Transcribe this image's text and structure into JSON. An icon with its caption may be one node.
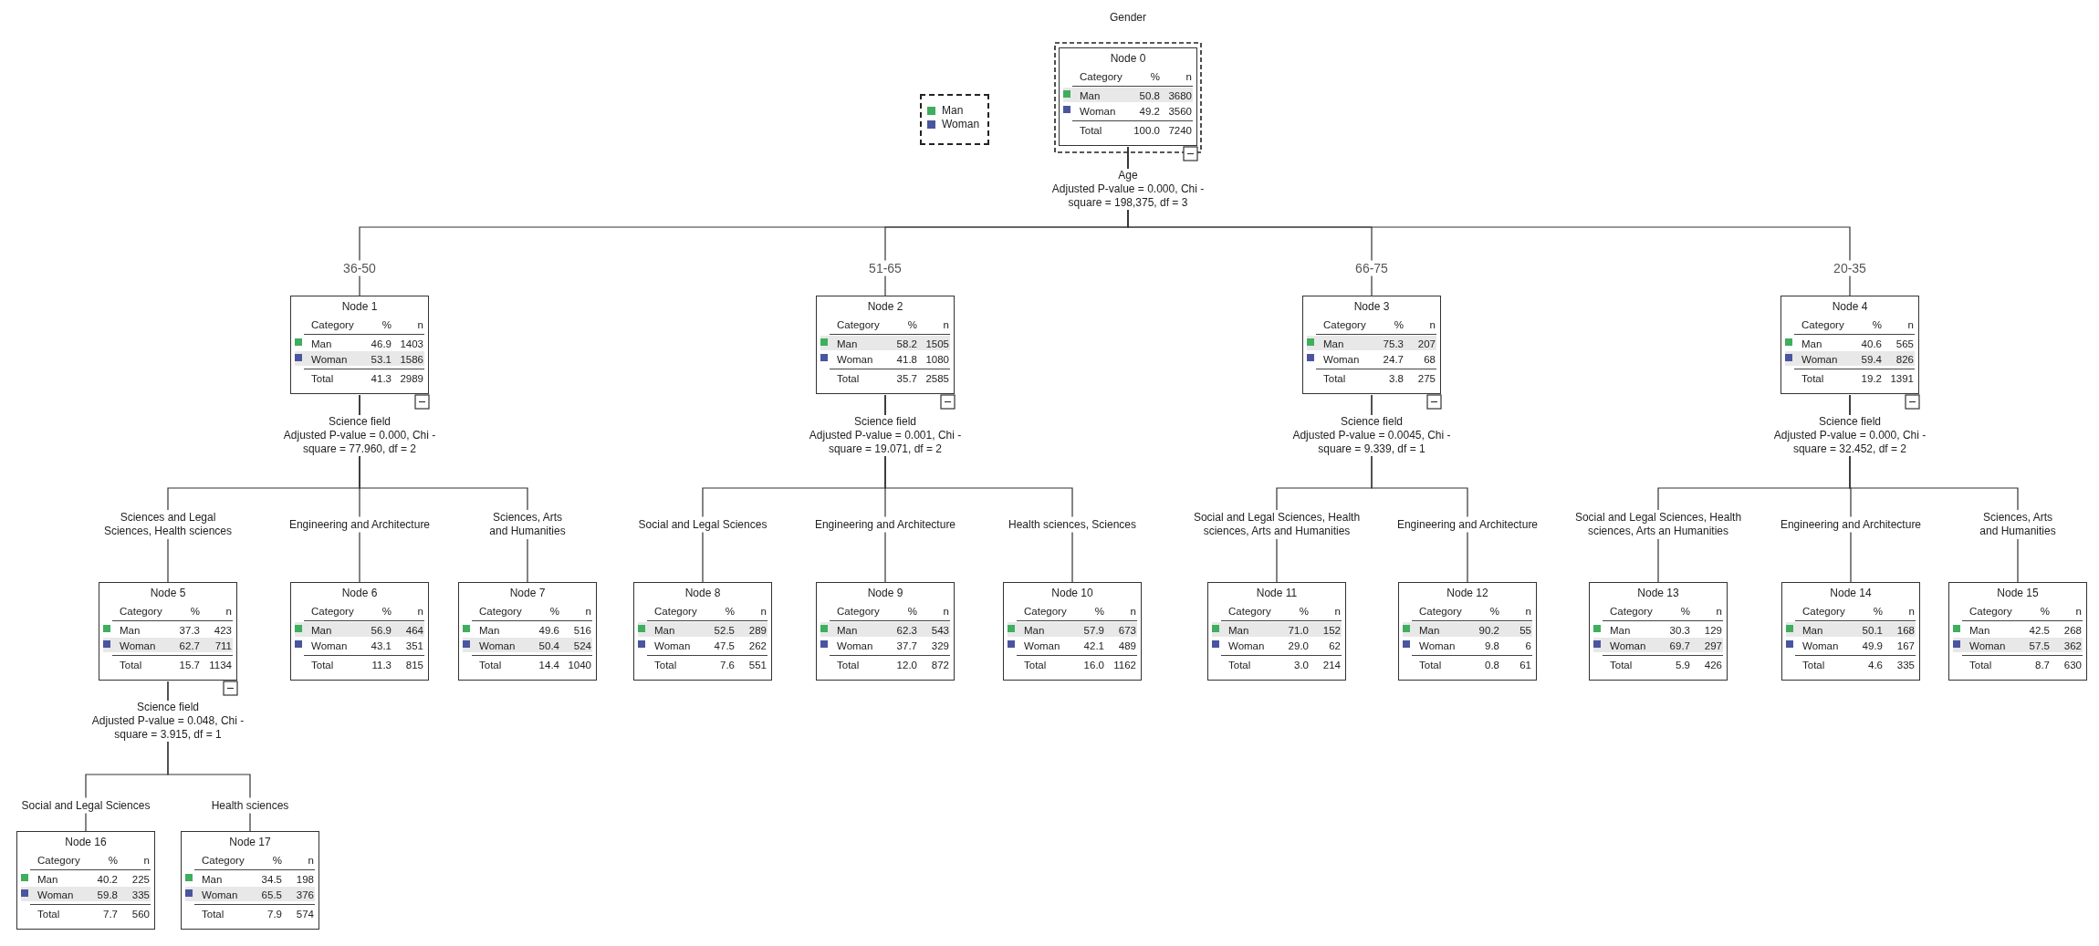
{
  "diagram": {
    "title": "Gender",
    "nodes": [
      {
        "text": [
          "Node 0",
          "Category",
          "%",
          "n",
          "Man",
          "50.8",
          "3680",
          "Woman",
          "49.2",
          "3560",
          "Total",
          "100.0",
          "7240"
        ],
        "beside": [
          "Age",
          "Adjusted P-value = 0.000, Chi - square = 198,375, df = 3"
        ]
      },
      {
        "text": [
          "Node 1",
          "Category",
          "%",
          "n",
          "Man",
          "46.9",
          "1403",
          "Woman",
          "53.1",
          "1586",
          "Total",
          "41.3",
          "2989"
        ],
        "beside": [
          "Science field",
          "Adjusted P-value = 0.000, Chi - square = 77.960, df = 2"
        ]
      },
      {
        "text": [
          "Node 2",
          "Category",
          "%",
          "n",
          "Man",
          "58.2",
          "1505",
          "Woman",
          "41.8",
          "1080",
          "Total",
          "35.7",
          "2585"
        ],
        "beside": [
          "Science field",
          "Adjusted P-value = 0.001, Chi - square = 19.071, df = 2"
        ]
      },
      {
        "text": [
          "Node 3",
          "Category",
          "%",
          "n",
          "Man",
          "75.3",
          "207",
          "Woman",
          "24.7",
          "68",
          "Total",
          "3.8",
          "275"
        ],
        "beside": [
          "Science field",
          "Adjusted P-value = 0.0045, Chi - square = 9.339, df = 1"
        ]
      },
      {
        "text": [
          "Node 4",
          "Category",
          "%",
          "n",
          "Man",
          "40.6",
          "565",
          "Woman",
          "59.4",
          "826",
          "Total",
          "19.2",
          "1391"
        ],
        "beside": [
          "Science field",
          "Adjusted P-value = 0.000, Chi - square = 32.452, df = 2"
        ]
      },
      {
        "text": [
          "Node 5",
          "Category",
          "%",
          "n",
          "Man",
          "37.3",
          "423",
          "Woman",
          "62.7",
          "711",
          "Total",
          "15.7",
          "1134"
        ],
        "beside": [
          "Science field",
          "Adjusted P-value = 0.048, Chi - square = 3.915, df = 1"
        ]
      },
      {
        "text": [
          "Node 6",
          "Category",
          "%",
          "n",
          "Man",
          "56.9",
          "464",
          "Woman",
          "43.1",
          "351",
          "Total",
          "11.3",
          "815"
        ]
      },
      {
        "text": [
          "Node 7",
          "Category",
          "%",
          "n",
          "Man",
          "49.6",
          "516",
          "Woman",
          "50.4",
          "524",
          "Total",
          "14.4",
          "1040"
        ]
      },
      {
        "text": [
          "Node 8",
          "Category",
          "%",
          "n",
          "Man",
          "52.5",
          "289",
          "Woman",
          "47.5",
          "262",
          "Total",
          "7.6",
          "551"
        ]
      },
      {
        "text": [
          "Node 9",
          "Category",
          "%",
          "n",
          "Man",
          "62.3",
          "543",
          "Woman",
          "37.7",
          "329",
          "Total",
          "12.0",
          "872"
        ]
      },
      {
        "text": [
          "Node 10",
          "Category",
          "%",
          "n",
          "Man",
          "57.9",
          "673",
          "Woman",
          "42.1",
          "489",
          "Total",
          "16.0",
          "1162"
        ]
      },
      {
        "text": [
          "Node 11",
          "Category",
          "%",
          "n",
          "Man",
          "71.0",
          "152",
          "Woman",
          "29.0",
          "62",
          "Total",
          "3.0",
          "214"
        ]
      },
      {
        "text": [
          "Node 12",
          "Category",
          "%",
          "n",
          "Man",
          "90.2",
          "55",
          "Woman",
          "9.8",
          "6",
          "Total",
          "0.8",
          "61"
        ]
      },
      {
        "text": [
          "Node 13",
          "Category",
          "%",
          "n",
          "Man",
          "30.3",
          "129",
          "Woman",
          "69.7",
          "297",
          "Total",
          "5.9",
          "426"
        ]
      },
      {
        "text": [
          "Node 14",
          "Category",
          "%",
          "n",
          "Man",
          "50.1",
          "168",
          "Woman",
          "49.9",
          "167",
          "Total",
          "4.6",
          "335"
        ]
      },
      {
        "text": [
          "Node 15",
          "Category",
          "%",
          "n",
          "Man",
          "42.5",
          "268",
          "Woman",
          "57.5",
          "362",
          "Total",
          "8.7",
          "630"
        ]
      },
      {
        "text": [
          "Node 16",
          "Category",
          "%",
          "n",
          "Man",
          "40.2",
          "225",
          "Woman",
          "59.8",
          "335",
          "Total",
          "7.7",
          "560"
        ]
      },
      {
        "text": [
          "Node 17",
          "Category",
          "%",
          "n",
          "Man",
          "34.5",
          "198",
          "Woman",
          "65.5",
          "376",
          "Total",
          "7.9",
          "574"
        ]
      }
    ],
    "edges": [
      {
        "from": 0,
        "to": 1,
        "arrow": "none",
        "label": "36-50"
      },
      {
        "from": 0,
        "to": 2,
        "arrow": "none",
        "label": "51-65"
      },
      {
        "from": 0,
        "to": 3,
        "arrow": "none",
        "label": "66-75"
      },
      {
        "from": 0,
        "to": 4,
        "arrow": "none",
        "label": "20-35"
      },
      {
        "from": 1,
        "to": 5,
        "arrow": "none",
        "label": "Sciences and Legal Sciences, Health sciences"
      },
      {
        "from": 1,
        "to": 6,
        "arrow": "none",
        "label": "Engineering and Architecture"
      },
      {
        "from": 1,
        "to": 7,
        "arrow": "none",
        "label": "Sciences, Arts and Humanities"
      },
      {
        "from": 2,
        "to": 8,
        "arrow": "none",
        "label": "Social and Legal Sciences"
      },
      {
        "from": 2,
        "to": 9,
        "arrow": "none",
        "label": "Engineering and Architecture"
      },
      {
        "from": 2,
        "to": 10,
        "arrow": "none",
        "label": "Health sciences, Sciences"
      },
      {
        "from": 3,
        "to": 11,
        "arrow": "none",
        "label": "Social and Legal Sciences, Health sciences, Arts and Humanities"
      },
      {
        "from": 3,
        "to": 12,
        "arrow": "none",
        "label": "Engineering and Architecture"
      },
      {
        "from": 4,
        "to": 13,
        "arrow": "none",
        "label": "Social and Legal Sciences, Health sciences, Arts an Humanities"
      },
      {
        "from": 4,
        "to": 14,
        "arrow": "none",
        "label": "Engineering and Architecture"
      },
      {
        "from": 4,
        "to": 15,
        "arrow": "none",
        "label": "Sciences, Arts and Humanities"
      },
      {
        "from": 5,
        "to": 16,
        "arrow": "none",
        "label": "Social and Legal Sciences"
      },
      {
        "from": 5,
        "to": 17,
        "arrow": "none",
        "label": "Health sciences"
      }
    ],
    "legend": [
      {
        "text": "Man",
        "color": "#3fae5e"
      },
      {
        "text": "Woman",
        "color": "#4a55a0"
      }
    ]
  }
}
